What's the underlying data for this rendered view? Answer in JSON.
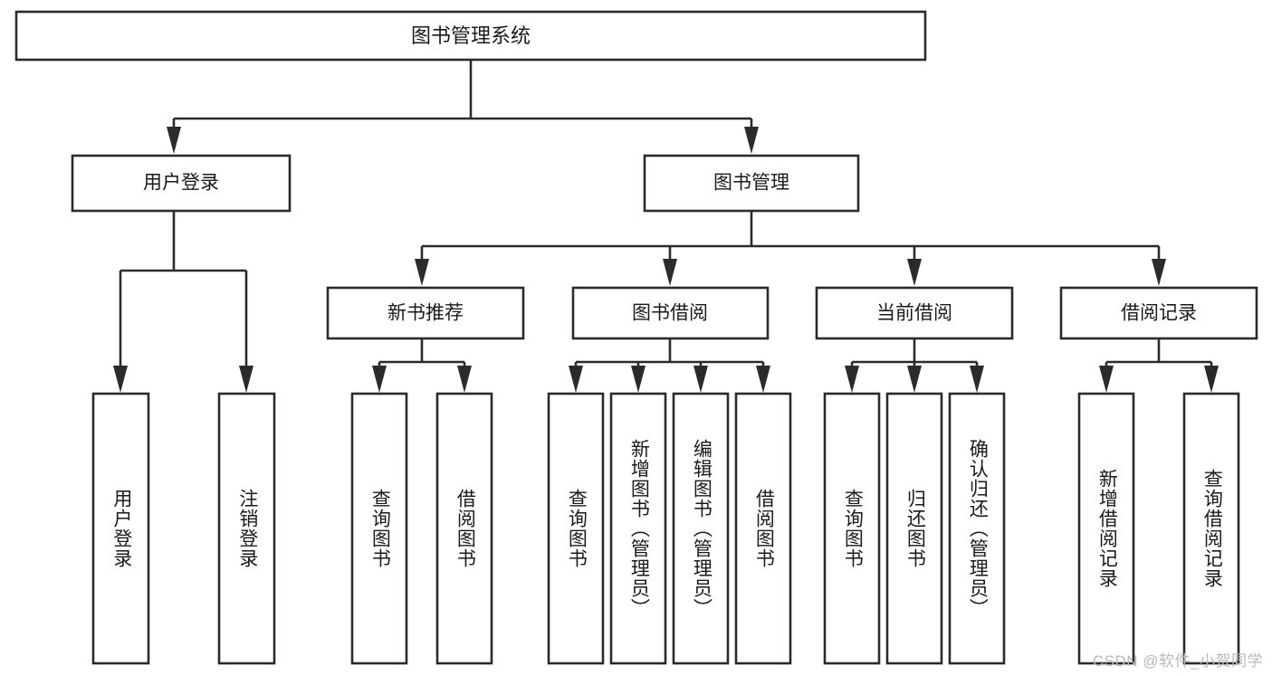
{
  "diagram": {
    "title": "图书管理系统",
    "type": "hierarchy-tree",
    "watermark": "CSDN @软件_小贺同学",
    "colors": {
      "box_stroke": "#2b2b2b",
      "box_fill": "#ffffff",
      "text": "#1a1a1a",
      "background": "#ffffff",
      "watermark": "#b9b9b9"
    },
    "levels": {
      "level1": [
        {
          "id": "root",
          "label": "图书管理系统"
        }
      ],
      "level2": [
        {
          "id": "user-login",
          "label": "用户登录"
        },
        {
          "id": "book-management",
          "label": "图书管理"
        }
      ],
      "level3": [
        {
          "id": "new-book-recommend",
          "label": "新书推荐"
        },
        {
          "id": "book-borrow",
          "label": "图书借阅"
        },
        {
          "id": "current-borrow",
          "label": "当前借阅"
        },
        {
          "id": "borrow-record",
          "label": "借阅记录"
        }
      ],
      "level4": [
        {
          "id": "leaf-user-login",
          "label": "用户登录",
          "parent": "user-login"
        },
        {
          "id": "leaf-logout-login",
          "label": "注销登录",
          "parent": "user-login"
        },
        {
          "id": "leaf-query-book-1",
          "label": "查询图书",
          "parent": "new-book-recommend"
        },
        {
          "id": "leaf-borrow-book-1",
          "label": "借阅图书",
          "parent": "new-book-recommend"
        },
        {
          "id": "leaf-query-book-2",
          "label": "查询图书",
          "parent": "book-borrow"
        },
        {
          "id": "leaf-add-book",
          "label": "新增图书（管理员）",
          "parent": "book-borrow"
        },
        {
          "id": "leaf-edit-book",
          "label": "编辑图书（管理员）",
          "parent": "book-borrow"
        },
        {
          "id": "leaf-borrow-book-2",
          "label": "借阅图书",
          "parent": "book-borrow"
        },
        {
          "id": "leaf-query-book-3",
          "label": "查询图书",
          "parent": "current-borrow"
        },
        {
          "id": "leaf-return-book",
          "label": "归还图书",
          "parent": "current-borrow"
        },
        {
          "id": "leaf-confirm-return",
          "label": "确认归还（管理员）",
          "parent": "current-borrow"
        },
        {
          "id": "leaf-add-record",
          "label": "新增借阅记录",
          "parent": "borrow-record"
        },
        {
          "id": "leaf-query-record",
          "label": "查询借阅记录",
          "parent": "borrow-record"
        }
      ]
    }
  }
}
